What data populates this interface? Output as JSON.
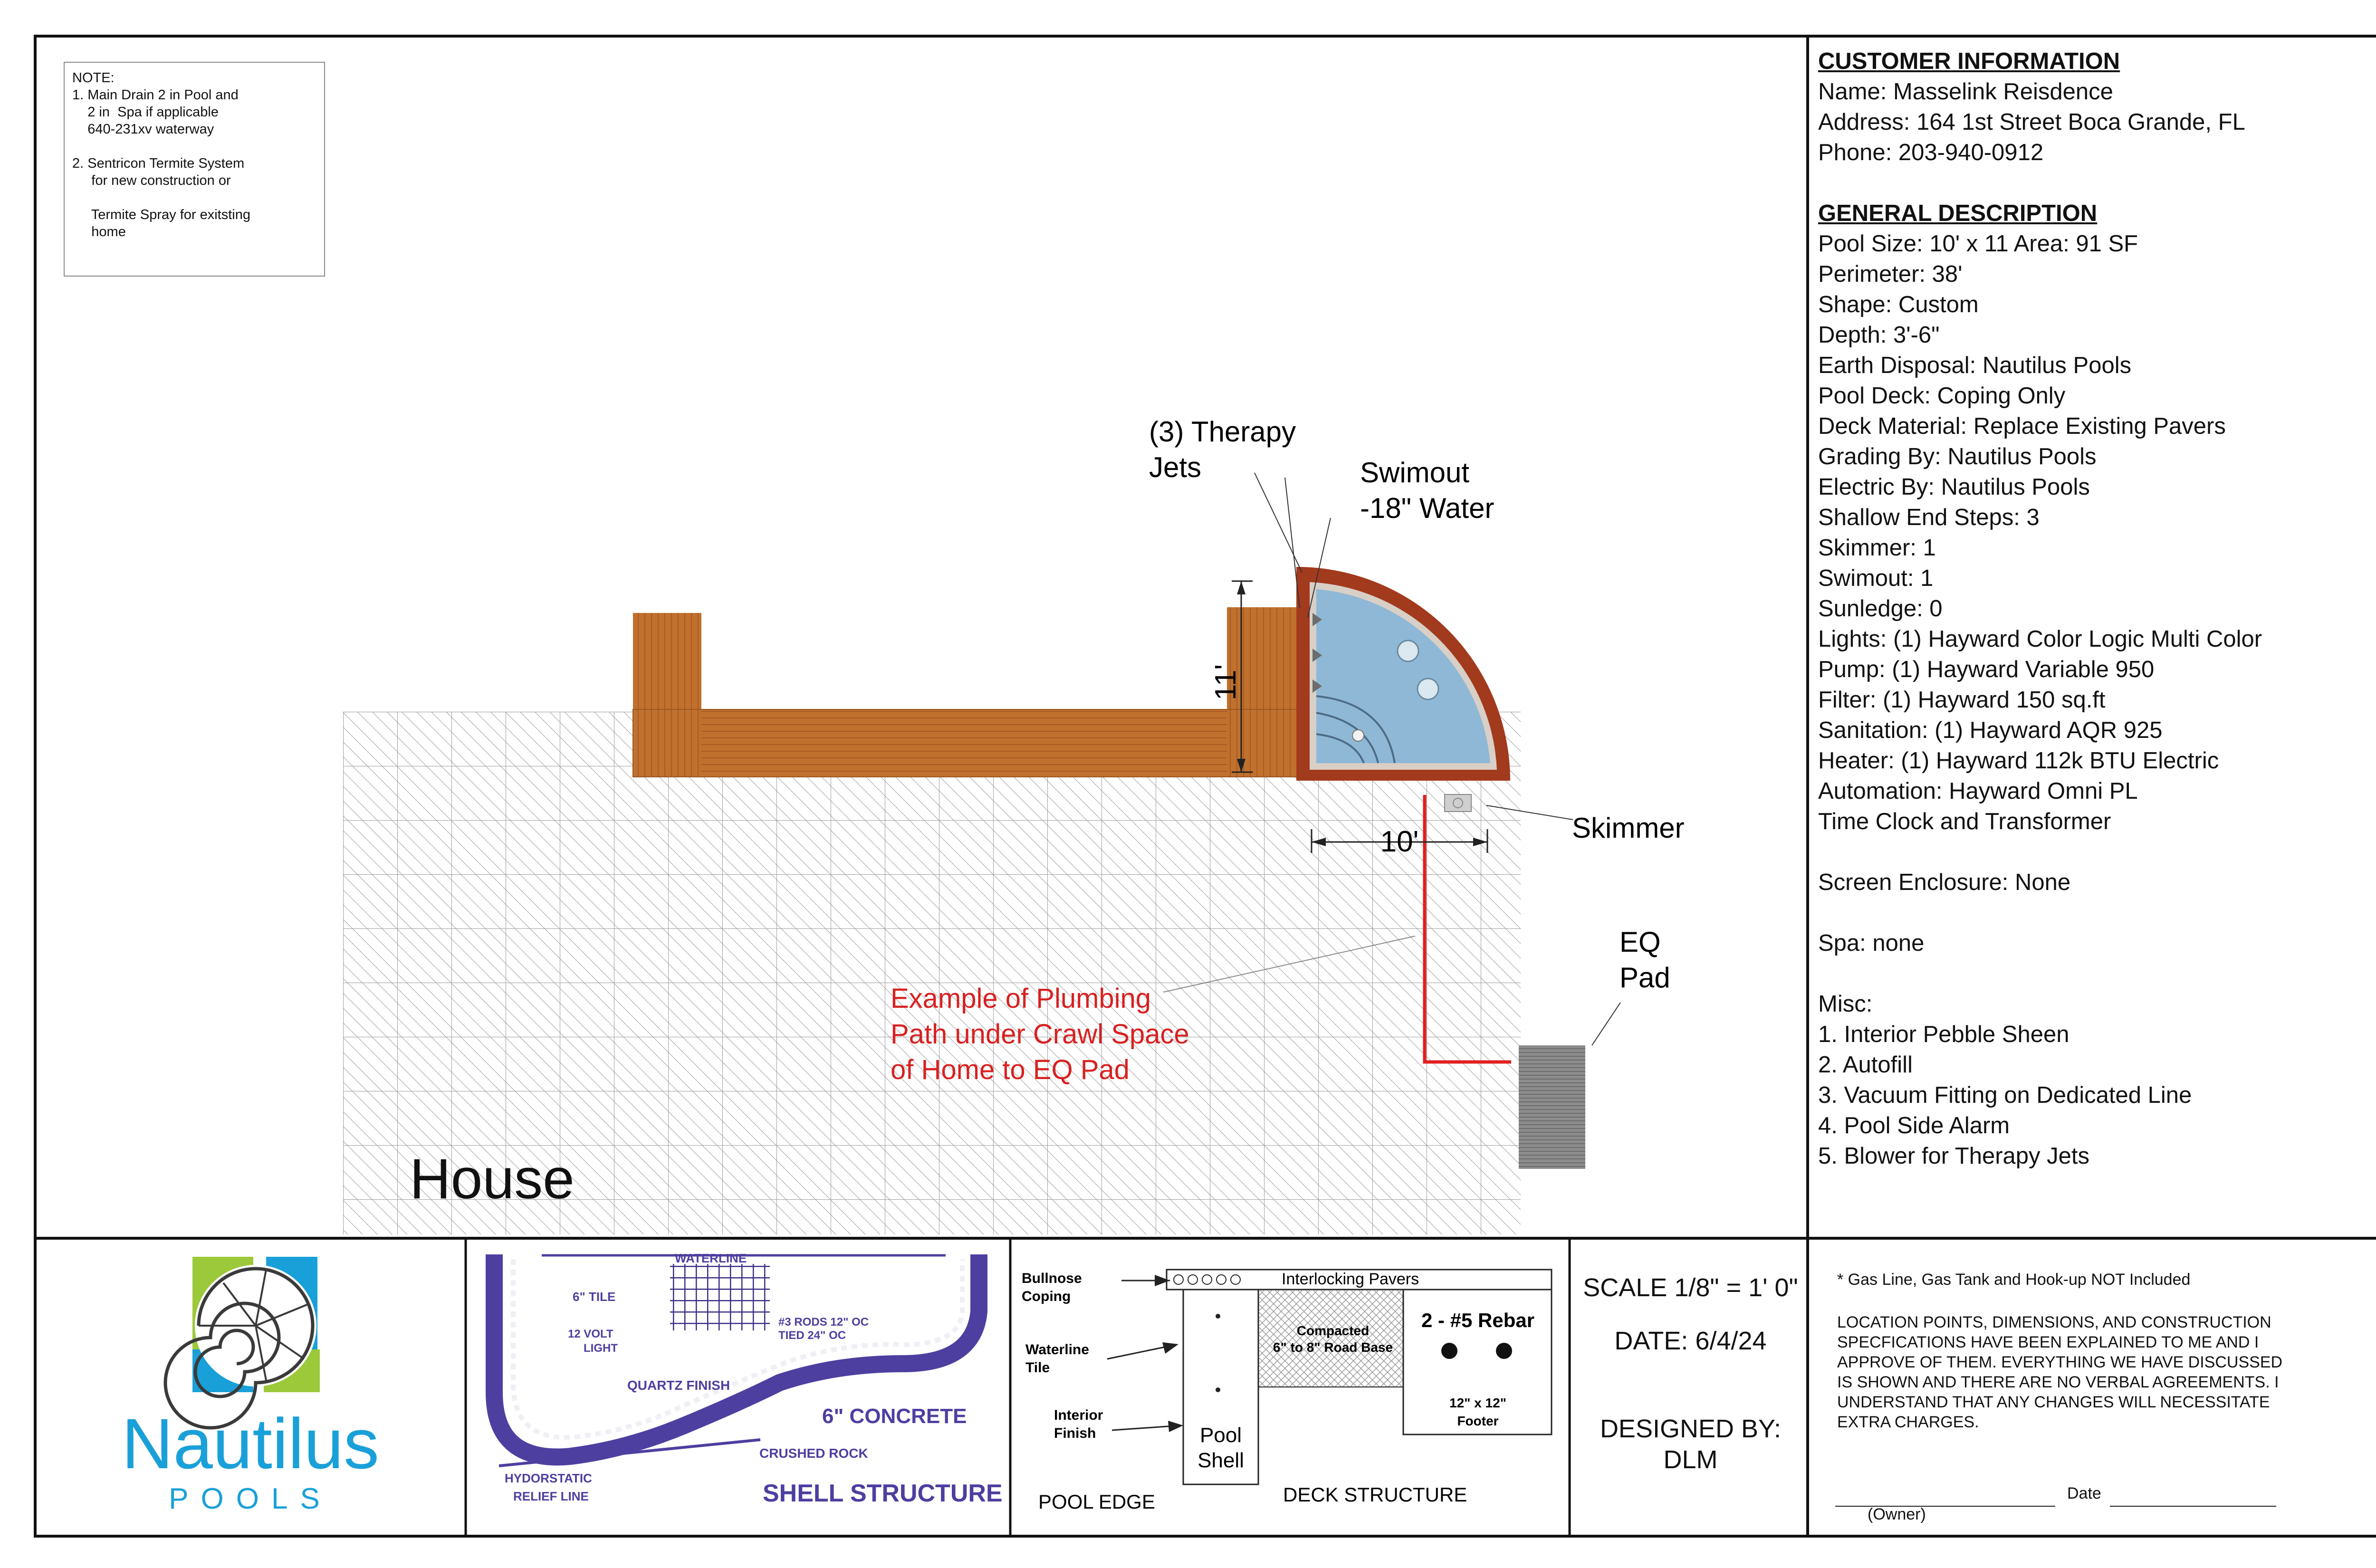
{
  "colors": {
    "border": "#111111",
    "water": "#8fb8d6",
    "coping": "#a04020",
    "deck_wood": "#c1712e",
    "plumbing": "#e02020",
    "red_text": "#d82020",
    "logo_blue": "#1aa0d8",
    "logo_green": "#9cc93a",
    "shell_purple": "#4d3fa0"
  },
  "note": {
    "lines": [
      "NOTE:",
      "1. Main Drain 2 in Pool and",
      "    2 in  Spa if applicable",
      "    640-231xv waterway",
      "",
      "2. Sentricon Termite System",
      "     for new construction or",
      "",
      "     Termite Spray for exitsting",
      "     home"
    ]
  },
  "plan": {
    "house_label": "House",
    "therapy_jets": [
      "(3) Therapy",
      "Jets"
    ],
    "swimout": [
      "Swimout",
      "-18\" Water"
    ],
    "dim_width": "11'",
    "dim_length": "10'",
    "skimmer": "Skimmer",
    "eq_pad": [
      "EQ",
      "Pad"
    ],
    "plumbing_note": [
      "Example of Plumbing",
      "Path under Crawl Space",
      "of Home to EQ Pad"
    ]
  },
  "customer": {
    "heading": "CUSTOMER INFORMATION",
    "name": "Name: Masselink Reisdence",
    "address": "Address: 164 1st Street Boca Grande, FL",
    "phone": "Phone: 203-940-0912"
  },
  "general": {
    "heading": "GENERAL DESCRIPTION",
    "lines": [
      "Pool Size: 10' x 11   Area: 91 SF",
      "Perimeter: 38'",
      "Shape: Custom",
      "Depth: 3'-6\"",
      "Earth Disposal: Nautilus Pools",
      "Pool Deck: Coping Only",
      "Deck Material: Replace Existing Pavers",
      "Grading By: Nautilus Pools",
      "Electric By: Nautilus Pools",
      "Shallow End Steps: 3",
      "Skimmer: 1",
      "Swimout: 1",
      "Sunledge: 0",
      "Lights: (1) Hayward Color Logic Multi Color",
      "Pump: (1) Hayward Variable 950",
      "Filter: (1) Hayward 150 sq.ft",
      "Sanitation: (1) Hayward AQR 925",
      "Heater: (1) Hayward 112k BTU Electric",
      "Automation: Hayward Omni PL",
      "Time Clock and Transformer"
    ],
    "screen": "Screen Enclosure: None",
    "spa": "Spa: none",
    "misc_heading": "Misc:",
    "misc": [
      "1. Interior Pebble Sheen",
      "2. Autofill",
      "3. Vacuum Fitting on Dedicated Line",
      "4. Pool Side Alarm",
      "5. Blower for Therapy Jets"
    ]
  },
  "logo": {
    "name": "Nautilus",
    "sub": "POOLS"
  },
  "shell": {
    "waterline": "WATERLINE",
    "tile": "6\" TILE",
    "light": [
      "12 VOLT",
      "LIGHT"
    ],
    "rods": [
      "#3 RODS 12\" OC",
      "TIED 24\" OC"
    ],
    "quartz": "QUARTZ FINISH",
    "concrete": "6\" CONCRETE",
    "rock": "CRUSHED ROCK",
    "relief": [
      "HYDORSTATIC",
      "RELIEF LINE"
    ],
    "title": "SHELL STRUCTURE"
  },
  "deck": {
    "bullnose": [
      "Bullnose",
      "Coping"
    ],
    "waterline_tile": [
      "Waterline",
      "Tile"
    ],
    "interior_finish": [
      "Interior",
      "Finish"
    ],
    "pool_shell": [
      "Pool",
      "Shell"
    ],
    "pavers": "Interlocking Pavers",
    "road_base": [
      "Compacted",
      "6\" to 8\" Road Base"
    ],
    "rebar": "2 - #5 Rebar",
    "footer": [
      "12\" x 12\"",
      "Footer"
    ],
    "pool_edge": "POOL EDGE",
    "deck_structure": "DECK STRUCTURE"
  },
  "scale": {
    "scale": "SCALE 1/8\" = 1' 0\"",
    "date": "DATE: 6/4/24",
    "designed_label": "DESIGNED BY:",
    "designed_by": "DLM"
  },
  "terms": {
    "gas": "* Gas Line, Gas Tank and Hook-up NOT Included",
    "agreement": [
      "LOCATION POINTS, DIMENSIONS, AND CONSTRUCTION",
      "SPECFICATIONS HAVE BEEN EXPLAINED TO ME AND I",
      "APPROVE OF THEM.  EVERYTHING WE HAVE DISCUSSED",
      "IS SHOWN AND THERE ARE NO VERBAL AGREEMENTS.  I",
      "UNDERSTAND THAT ANY CHANGES WILL NECESSITATE",
      "EXTRA CHARGES."
    ],
    "date_label": "Date",
    "owner": "(Owner)"
  }
}
